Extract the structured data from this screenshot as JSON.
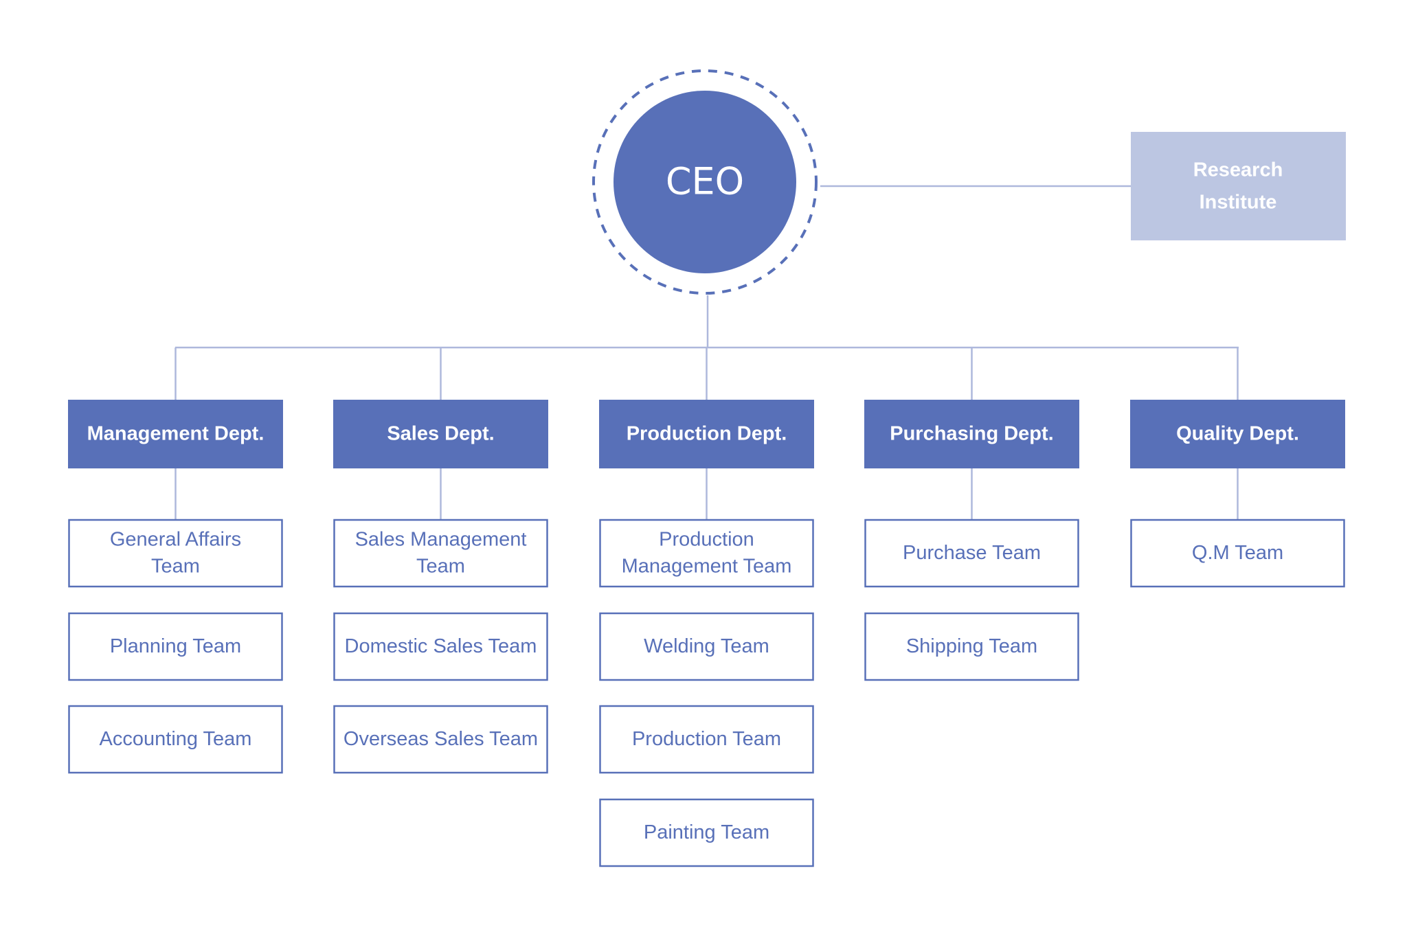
{
  "colors": {
    "primary": "#5870b8",
    "light": "#bcc6e2",
    "line": "#aeb8dc",
    "team_text": "#5870b8",
    "background": "#ffffff"
  },
  "ceo": {
    "label": "CEO"
  },
  "research": {
    "lines": [
      "Research",
      "Institute"
    ]
  },
  "departments": [
    {
      "name": "Management Dept.",
      "teams": [
        {
          "lines": [
            "General Affairs",
            "Team"
          ]
        },
        {
          "lines": [
            "Planning Team"
          ]
        },
        {
          "lines": [
            "Accounting Team"
          ]
        }
      ]
    },
    {
      "name": "Sales Dept.",
      "teams": [
        {
          "lines": [
            "Sales Management",
            "Team"
          ]
        },
        {
          "lines": [
            "Domestic Sales Team"
          ]
        },
        {
          "lines": [
            "Overseas Sales Team"
          ]
        }
      ]
    },
    {
      "name": "Production  Dept.",
      "teams": [
        {
          "lines": [
            "Production",
            "Management Team"
          ]
        },
        {
          "lines": [
            "Welding Team"
          ]
        },
        {
          "lines": [
            "Production Team"
          ]
        },
        {
          "lines": [
            "Painting Team"
          ]
        }
      ]
    },
    {
      "name": "Purchasing Dept.",
      "teams": [
        {
          "lines": [
            "Purchase Team"
          ]
        },
        {
          "lines": [
            "Shipping Team"
          ]
        }
      ]
    },
    {
      "name": "Quality Dept.",
      "teams": [
        {
          "lines": [
            "Q.M Team"
          ]
        }
      ]
    }
  ]
}
